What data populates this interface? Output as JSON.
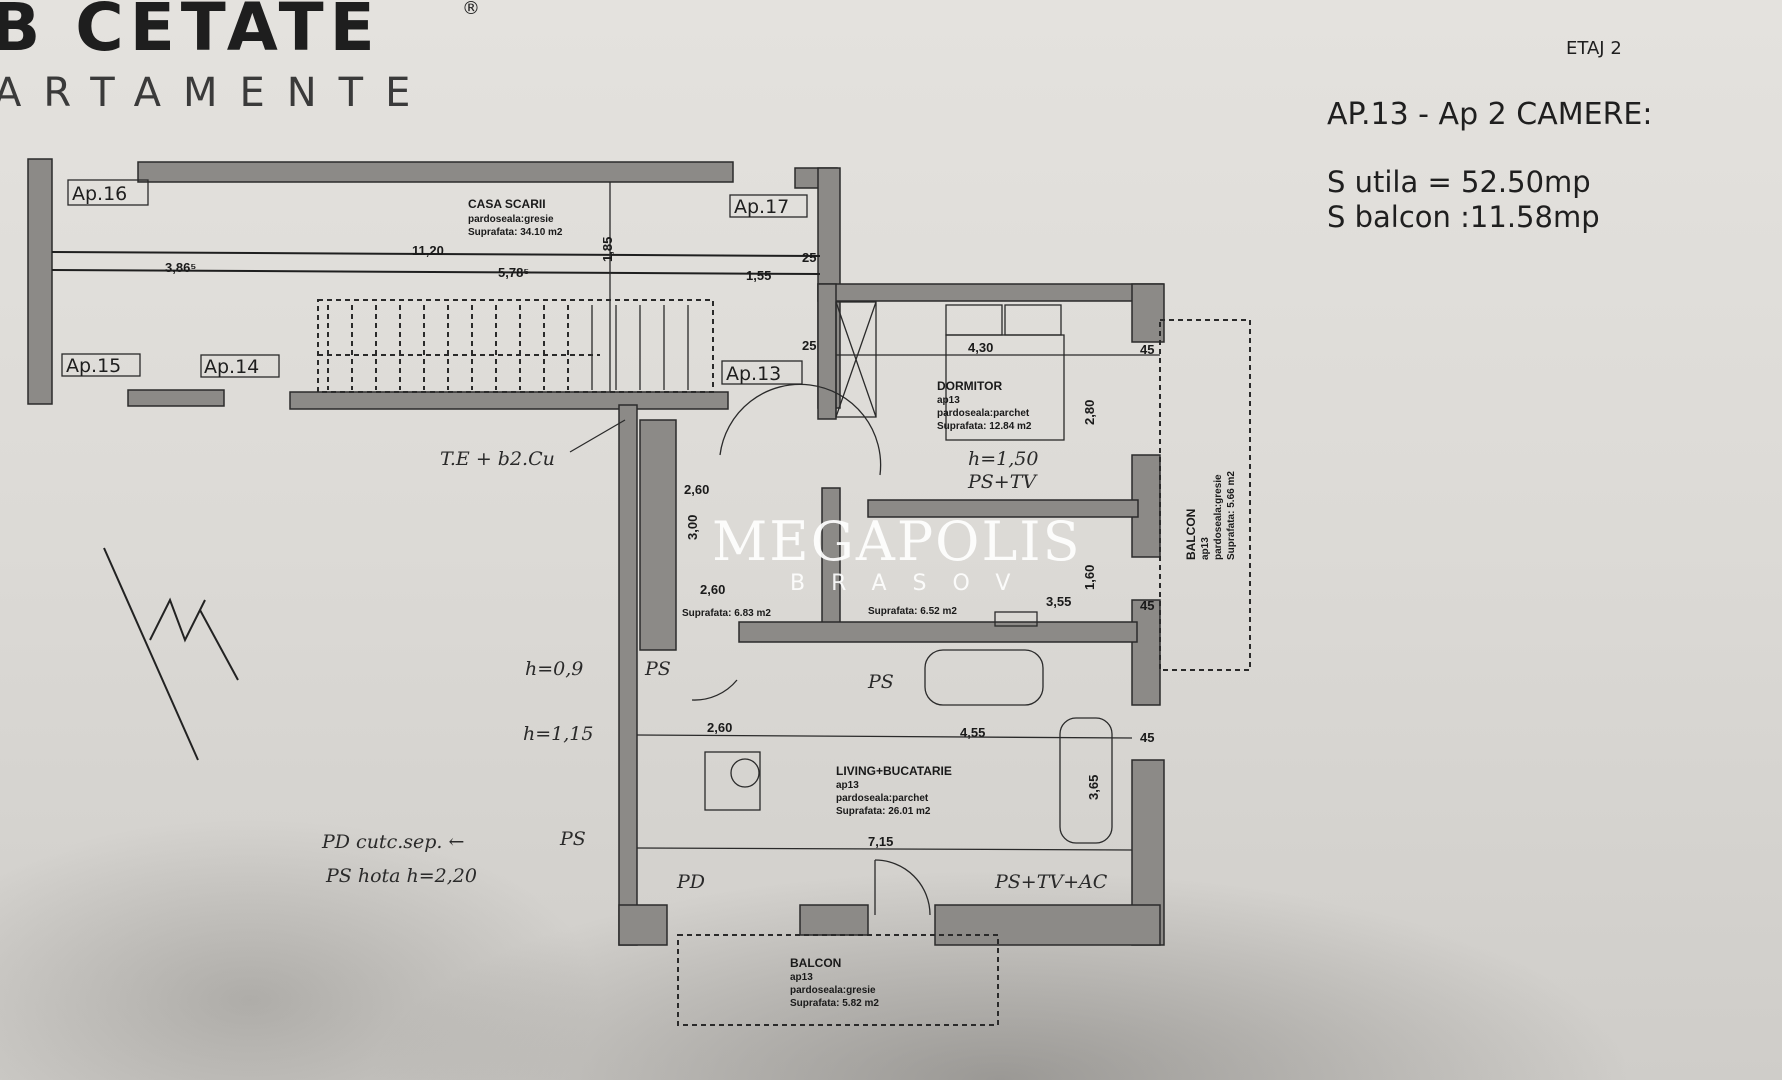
{
  "logo": {
    "line1": "B CETATE",
    "registered": "®",
    "line2": "ARTAMENTE"
  },
  "info": {
    "floor": "ETAJ 2",
    "title": "AP.13 - Ap 2 CAMERE:",
    "usable_area": "S utila = 52.50mp",
    "balcony_area": "S balcon :11.58mp"
  },
  "apartment_labels": [
    "Ap.16",
    "Ap.17",
    "Ap.15",
    "Ap.14",
    "Ap.13"
  ],
  "rooms": {
    "stairwell": {
      "name": "CASA SCARII",
      "floor": "pardoseala:gresie",
      "area": "Suprafata: 34.10 m2"
    },
    "bedroom": {
      "name": "DORMITOR",
      "apt": "ap13",
      "floor": "pardoseala:parchet",
      "area": "Suprafata: 12.84 m2"
    },
    "hall": {
      "area": "Suprafata: 6.83 m2"
    },
    "bathroom": {
      "area": "Suprafata: 6.52 m2"
    },
    "living": {
      "name": "LIVING+BUCATARIE",
      "apt": "ap13",
      "floor": "pardoseala:parchet",
      "area": "Suprafata: 26.01 m2"
    },
    "balcony_south": {
      "name": "BALCON",
      "apt": "ap13",
      "floor": "pardoseala:gresie",
      "area": "Suprafata: 5.82 m2"
    },
    "balcony_east": {
      "name": "BALCON",
      "apt": "ap13",
      "floor": "pardoseala:gresie",
      "area": "Suprafata: 5.66 m2"
    }
  },
  "dimensions": {
    "d1120": "11,20",
    "d386": "3,86⁵",
    "d578": "5,78⁵",
    "d155": "1,55",
    "d25a": "25",
    "d25b": "25",
    "d185": "1,85",
    "d430": "4,30",
    "d45a": "45",
    "d280v": "2,80",
    "d260a": "2,60",
    "d300": "3,00",
    "d260b": "2,60",
    "d160": "1,60",
    "d355": "3,55",
    "d260c": "2,60",
    "d455": "4,55",
    "d365": "3,65",
    "d715": "7,15",
    "d45b": "45",
    "d45c": "45"
  },
  "handwritten": {
    "n1": "T.E + b2.Cu",
    "n2": "h=1,50",
    "n3": "PS+TV",
    "n4": "h=0,9",
    "n5": "PS",
    "n6": "h=1,15",
    "n7": "PD cutc.sep. ←",
    "n8": "PS hota h=2,20",
    "n9": "PS",
    "n10": "PD",
    "n11": "PS+TV+AC",
    "n12": "PS"
  },
  "watermark": {
    "brand": "MEGAPOLIS",
    "city": "BRASOV"
  }
}
